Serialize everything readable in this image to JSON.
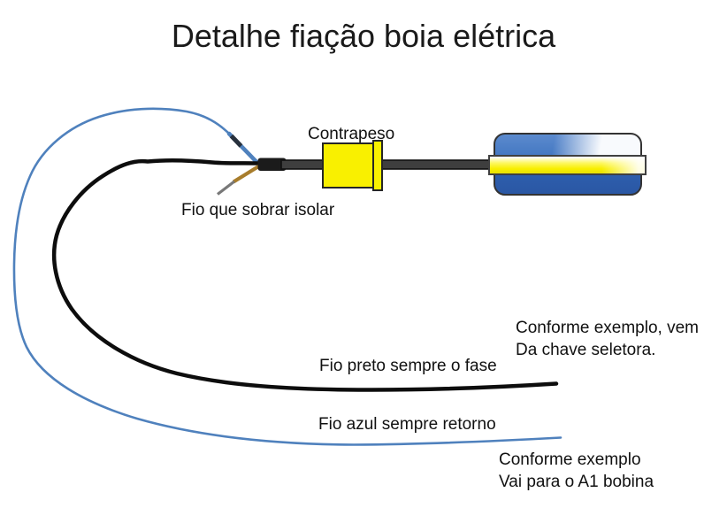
{
  "title": "Detalhe fiação boia elétrica",
  "labels": {
    "contrapeso": "Contrapeso",
    "fio_sobrar": "Fio que sobrar isolar",
    "fio_preto": "Fio preto sempre o fase",
    "fio_azul": "Fio azul sempre retorno",
    "origem_fase": [
      "Conforme exemplo, vem",
      "Da chave seletora."
    ],
    "destino_retorno": [
      "Conforme exemplo",
      "Vai para o A1 bobina"
    ]
  },
  "colors": {
    "blue_wire": "#4f81bd",
    "black_wire": "#0d0d0d",
    "brown_wire": "#a87d2c",
    "gray_wire_tip": "#787878",
    "wire_sleeve_dark": "#28313d",
    "junction_black": "#1b1b1b",
    "rod_gray": "#3e3e3e",
    "rod_border": "#101010",
    "counterweight_yellow": "#f9f000",
    "float_band_yellow": "#f8ef00",
    "float_blue": "#2e5fae"
  }
}
